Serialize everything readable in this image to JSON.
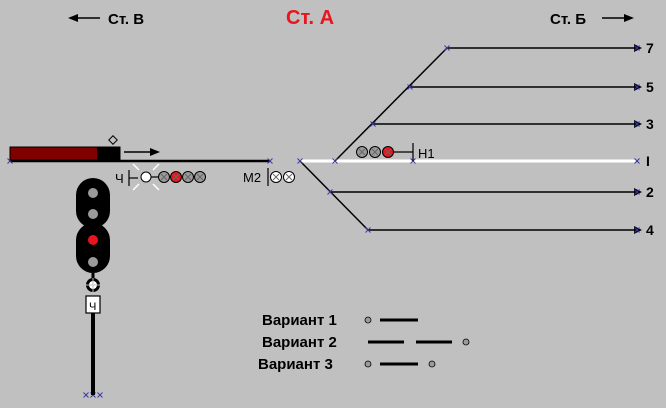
{
  "stations": {
    "left": "Ст. В",
    "center": "Ст. А",
    "right": "Ст. Б"
  },
  "tracks": {
    "t7": "7",
    "t5": "5",
    "t3": "3",
    "t1": "I",
    "t2": "2",
    "t4": "4"
  },
  "signals": {
    "h1": "Н1",
    "m2": "М2",
    "ch": "Ч",
    "ch_mast": "Ч"
  },
  "legend": {
    "v1": "Вариант 1",
    "v2": "Вариант 2",
    "v3": "Вариант 3"
  },
  "colors": {
    "background": "#c0c0c0",
    "track": "#000000",
    "main_track_lit": "#ffffff",
    "station_center": "#e8141e",
    "train": "#800000",
    "lamp_red": "#e8141e",
    "lamp_unlit": "#9a9a9a"
  },
  "icons": {
    "arrow_left": "arrow-left-icon",
    "arrow_right": "arrow-right-icon",
    "train_direction": "train-direction-arrow-icon",
    "switch_marker": "switch-point-x-icon"
  }
}
